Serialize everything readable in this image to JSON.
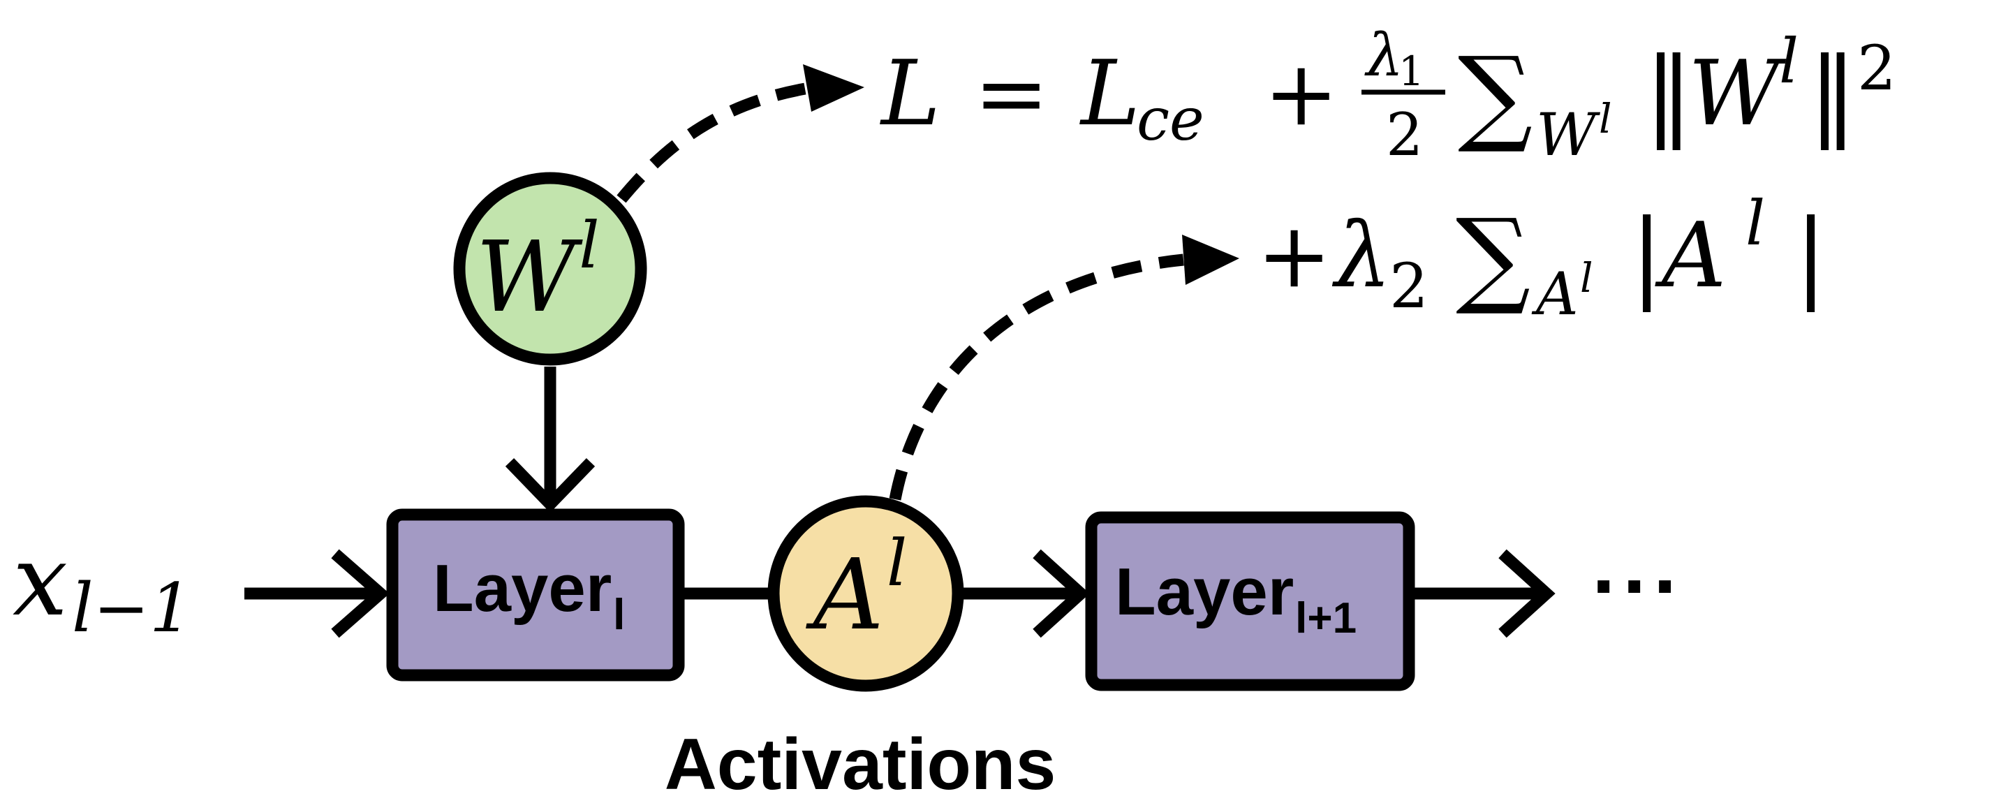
{
  "colors": {
    "stroke": "#000000",
    "weights_fill": "#c2e4ad",
    "activation_fill": "#f6dfa6",
    "layer_fill": "#a39ac4"
  },
  "nodes": {
    "input": {
      "var": "x",
      "subscript": "l−1"
    },
    "weights": {
      "var": "W",
      "superscript": "l"
    },
    "activation": {
      "var": "A",
      "superscript": "l"
    },
    "layer_l": {
      "label": "Layer",
      "subscript": "l"
    },
    "layer_next": {
      "label": "Layer",
      "subscript": "l+1"
    },
    "continuation": "···"
  },
  "caption": "Activations",
  "equation": {
    "line1": {
      "lhs": "L",
      "equals": "=",
      "term1": "L",
      "term1_sub": "ce",
      "plus": "+",
      "frac_num": "λ",
      "frac_num_sub": "1",
      "frac_den": "2",
      "sum": "∑",
      "sum_sub_var": "W",
      "sum_sub_sup": "l",
      "norm_open": "‖",
      "norm_var": "W",
      "norm_sup": "l",
      "norm_close": "‖",
      "power": "2"
    },
    "line2": {
      "plus": "+",
      "coef": "λ",
      "coef_sub": "2",
      "sum": "∑",
      "sum_sub_var": "A",
      "sum_sub_sup": "l",
      "abs_open": "|",
      "abs_var": "A",
      "abs_sup": "l",
      "abs_close": "|"
    }
  }
}
